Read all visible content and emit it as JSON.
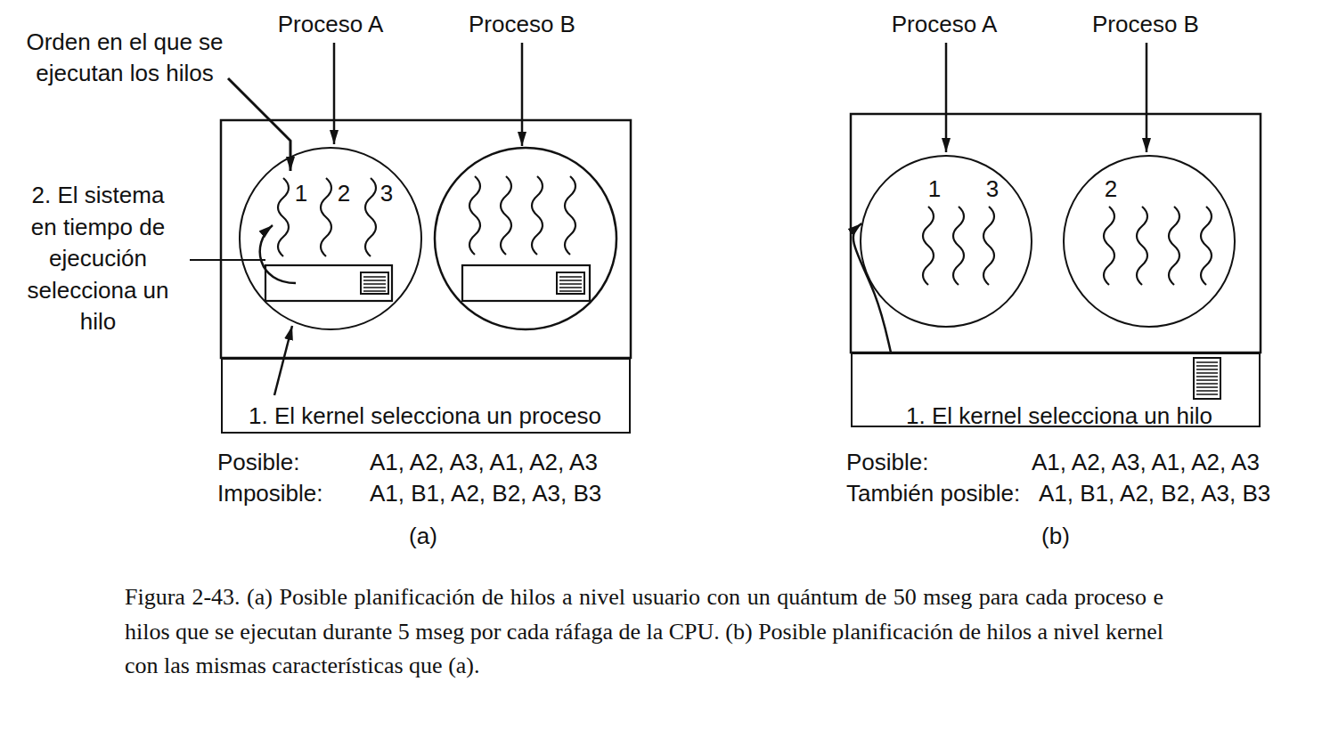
{
  "diagram": {
    "caption": "Figura 2-43. (a) Posible planificación de hilos a nivel usuario con un quántum de 50 mseg para cada proceso e hilos que se ejecutan durante 5 mseg por cada ráfaga de la CPU. (b) Posible planificación de hilos a nivel kernel con las mismas características que (a).",
    "nodes": [
      {
        "text": [
          "1",
          "2",
          "3"
        ]
      },
      {
        "text": [
          "1. El kernel selecciona un proceso"
        ]
      },
      {
        "text": [
          "1",
          "3"
        ]
      },
      {
        "text": [
          "2"
        ]
      },
      {
        "text": [
          "1. El kernel selecciona un hilo"
        ]
      }
    ],
    "edges": [
      {
        "from": 4,
        "to": 2,
        "arrow": "to"
      }
    ],
    "labels": [
      "Orden en el que se ejecutan los hilos",
      "Proceso A",
      "Proceso B",
      "2. El sistema en tiempo de ejecución selecciona un hilo",
      "Posible:",
      "A1, A2, A3, A1, A2, A3",
      "Imposible:",
      "A1, B1, A2, B2, A3, B3",
      "(a)",
      "Proceso A",
      "Proceso B",
      "Posible:",
      "A1, A2, A3, A1, A2, A3",
      "También posible:",
      "A1, B1, A2, B2, A3, B3",
      "(b)"
    ]
  }
}
